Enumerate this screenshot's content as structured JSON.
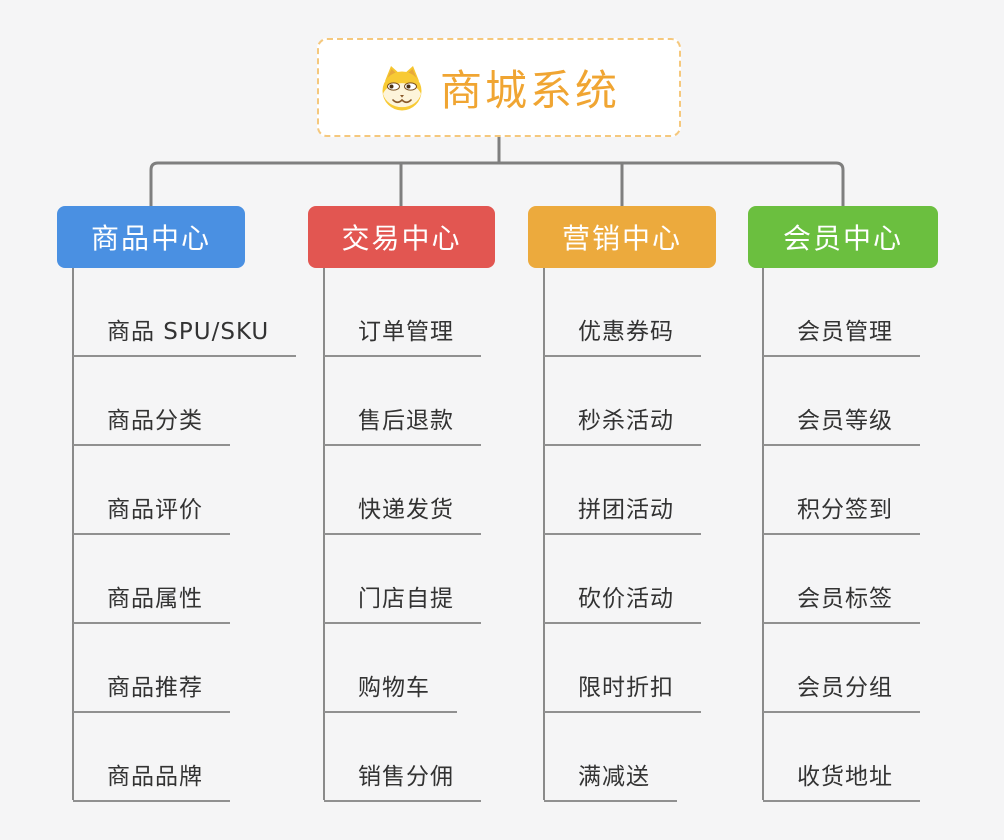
{
  "page": {
    "background": "#f5f5f6"
  },
  "root": {
    "title": "商城系统",
    "icon": "doge-icon",
    "text_color": "#f0a532",
    "border_color": "#f5c87d"
  },
  "colors": {
    "connector": "#7f7f7f",
    "column_line": "#8a8a8a",
    "underline": "#909090",
    "item_text": "#333333"
  },
  "branches": [
    {
      "label": "商品中心",
      "color": "#4a90e2",
      "items": [
        "商品 SPU/SKU",
        "商品分类",
        "商品评价",
        "商品属性",
        "商品推荐",
        "商品品牌"
      ]
    },
    {
      "label": "交易中心",
      "color": "#e25651",
      "items": [
        "订单管理",
        "售后退款",
        "快递发货",
        "门店自提",
        "购物车",
        "销售分佣"
      ]
    },
    {
      "label": "营销中心",
      "color": "#ecaa3d",
      "items": [
        "优惠券码",
        "秒杀活动",
        "拼团活动",
        "砍价活动",
        "限时折扣",
        "满减送"
      ]
    },
    {
      "label": "会员中心",
      "color": "#6bbf3f",
      "items": [
        "会员管理",
        "会员等级",
        "积分签到",
        "会员标签",
        "会员分组",
        "收货地址"
      ]
    }
  ]
}
